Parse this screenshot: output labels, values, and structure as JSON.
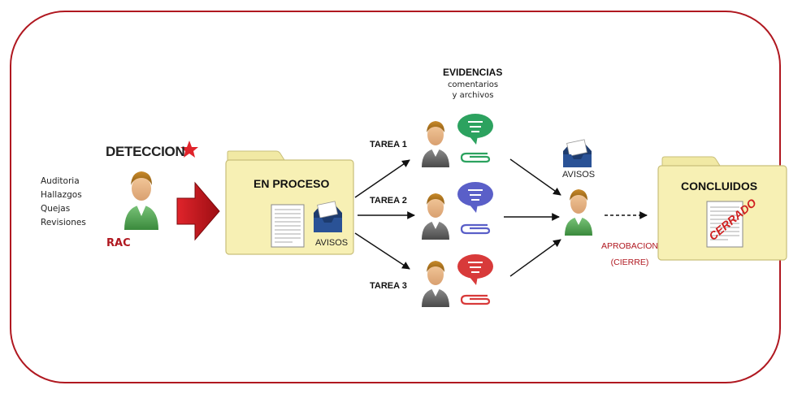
{
  "sources": [
    "Auditoria",
    "Hallazgos",
    "Quejas",
    "Revisiones"
  ],
  "detection": {
    "title": "DETECCION",
    "role": "RAC"
  },
  "in_process": {
    "title": "EN PROCESO",
    "notices": "AVISOS"
  },
  "evidence": {
    "title": "EVIDENCIAS",
    "subtitle_line1": "comentarios",
    "subtitle_line2": "y archivos"
  },
  "tasks": [
    {
      "label": "TAREA 1",
      "bubble_color": "#2ca25f"
    },
    {
      "label": "TAREA 2",
      "bubble_color": "#5a5fc8"
    },
    {
      "label": "TAREA 3",
      "bubble_color": "#d83a3a"
    }
  ],
  "approver": {
    "notices": "AVISOS",
    "action_line1": "APROBACION",
    "action_line2": "(CIERRE)"
  },
  "completed": {
    "title": "CONCLUIDOS",
    "stamp": "CERRADO"
  },
  "colors": {
    "frame": "#b01820",
    "folder_fill": "#f7f0b4",
    "arrow_red": "#c8141b",
    "accent_red": "#b01820"
  }
}
